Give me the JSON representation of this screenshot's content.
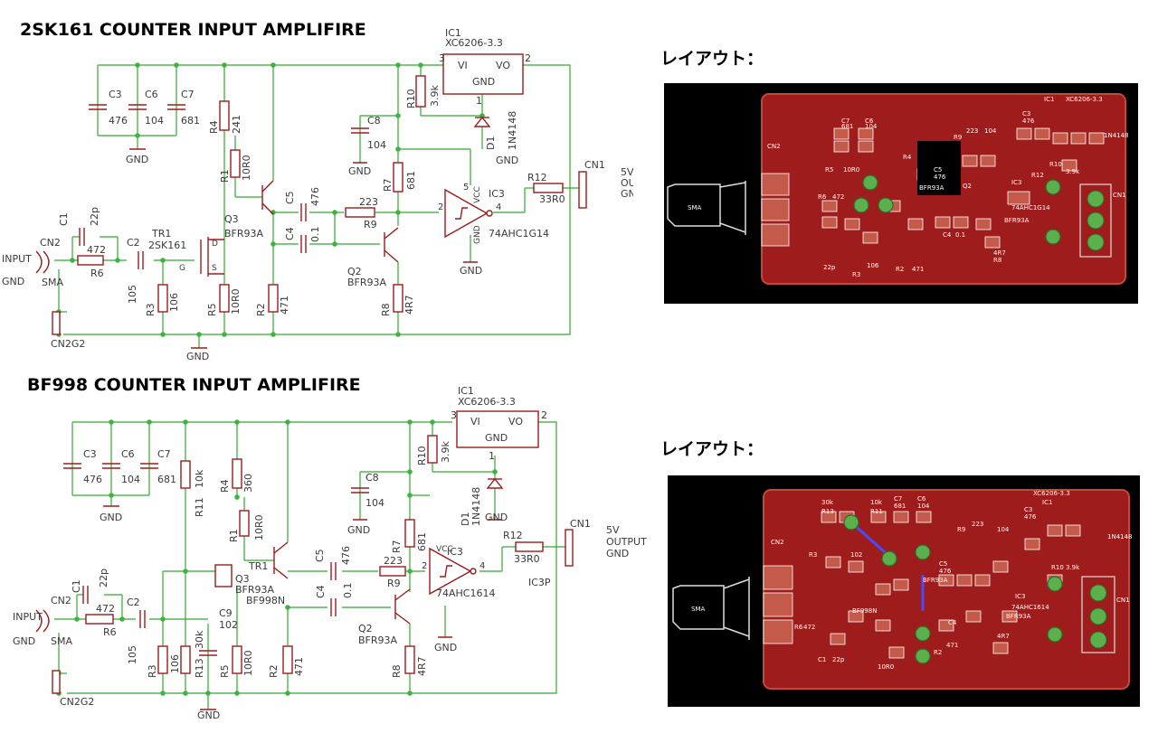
{
  "colors": {
    "wire": "#33a833",
    "junction": "#3fb33f",
    "symbol": "#9b1b1b",
    "label": "#3a3a3a",
    "board": "#9e1c1c",
    "board_bg": "#000000",
    "pad": "#5bb04b",
    "copper": "#c14a3a"
  },
  "top": {
    "title": "2SK161 COUNTER INPUT AMPLIFIRE",
    "layout_label": "レイアウト：",
    "labels": {
      "ic1": "IC1",
      "ic1_part": "XC6206-3.3",
      "ic1_vi": "VI",
      "ic1_vo": "VO",
      "ic1_gnd": "GND",
      "pin3": "3",
      "pin2": "2",
      "pin1": "1",
      "c3": "C3",
      "c3v": "476",
      "c6": "C6",
      "c6v": "104",
      "c7": "C7",
      "c7v": "681",
      "gnd1": "GND",
      "r4": "R4",
      "r4v": "241",
      "r1": "R1",
      "r1v": "10R0",
      "r10": "R10",
      "r10v": "3.9k",
      "c8": "C8",
      "c8v": "104",
      "gnd2": "GND",
      "d1": "D1",
      "d1v": "1N4148",
      "gnd3": "GND",
      "r7": "R7",
      "r7v": "681",
      "r12": "R12",
      "r12v": "33R0",
      "cn1": "CN1",
      "v5": "5V",
      "output": "OUTPUT",
      "gnd_out": "GND",
      "c5": "C5",
      "c5v": "476",
      "r9v": "223",
      "r9": "R9",
      "ic3": "IC3",
      "ic3_part": "74AHC1G14",
      "vcc": "VCC",
      "gnd_ic": "GND",
      "p5": "5",
      "p4": "4",
      "p2": "2",
      "gnd4": "GND",
      "c1": "C1",
      "c1v": "22p",
      "tr1": "TR1",
      "tr1v": "2SK161",
      "q3": "Q3",
      "q3v": "BFR93A",
      "c4": "C4",
      "c4v": "0.1",
      "input": "INPUT",
      "cn2": "CN2",
      "gnd_in": "GND",
      "sma": "SMA",
      "r6v": "472",
      "r6": "R6",
      "c2": "C2",
      "c2v": "105",
      "r3": "R3",
      "r3v": "106",
      "r5": "R5",
      "r5v": "10R0",
      "r2": "R2",
      "r2v": "471",
      "q2": "Q2",
      "q2v": "BFR93A",
      "r8": "R8",
      "r8v": "4R7",
      "cn2g2": "CN2G2",
      "gnd5": "GND",
      "g": "G",
      "d": "D",
      "s": "S"
    },
    "pcb": {
      "ic1": "IC1",
      "ic1_part": "XC6206-3.3",
      "c7": "C7",
      "c7v": "681",
      "c6": "C6",
      "c6v": "104",
      "c3": "C3",
      "c3v": "476",
      "cn2": "CN2",
      "r5": "R5",
      "r5v": "10R0",
      "r4": "R4",
      "r9": "R9",
      "r9v": "223",
      "c8v": "104",
      "c5": "C5",
      "c5v": "476",
      "q2": "Q2",
      "bfr93a": "BFR93A",
      "r6": "R6",
      "r6v": "472",
      "c4": "C4",
      "c4v": "0.1",
      "ic3": "IC3",
      "ic3_part": "74AHC1G14",
      "r10": "R10",
      "r10v": "3.9k",
      "d1v": "1N4148",
      "sma": "SMA",
      "c1v": "22p",
      "r3": "R3",
      "r2": "R2",
      "r2v": "471",
      "r8": "R8",
      "r8v": "4R7",
      "q3v": "BFR93A",
      "cn1": "CN1",
      "r3v": "106",
      "r12": "R12"
    }
  },
  "bottom": {
    "title": "BF998 COUNTER INPUT AMPLIFIRE",
    "layout_label": "レイアウト：",
    "labels": {
      "ic1": "IC1",
      "ic1_part": "XC6206-3.3",
      "ic1_vi": "VI",
      "ic1_vo": "VO",
      "ic1_gnd": "GND",
      "pin3": "3",
      "pin2": "2",
      "pin1": "1",
      "c3": "C3",
      "c3v": "476",
      "c6": "C6",
      "c6v": "104",
      "c7": "C7",
      "c7v": "681",
      "gnd1": "GND",
      "r11": "R11",
      "r11v": "10k",
      "r4": "R4",
      "r4v": "360",
      "r1": "R1",
      "r1v": "10R0",
      "r10": "R10",
      "r10v": "3.9k",
      "c8": "C8",
      "c8v": "104",
      "gnd2": "GND",
      "d1": "D1",
      "d1v": "1N4148",
      "gnd3": "GND",
      "r7": "R7",
      "r7v": "681",
      "r12": "R12",
      "r12v": "33R0",
      "cn1": "CN1",
      "v5": "5V",
      "output": "OUTPUT",
      "gnd_out": "GND",
      "c1": "C1",
      "c1v": "22p",
      "q3": "Q3",
      "tr1": "TR1",
      "q3v": "BFR93A",
      "tr1v": "BF998N",
      "c9": "C9",
      "c9v": "102",
      "c5": "C5",
      "c5v": "476",
      "r9v": "223",
      "r9": "R9",
      "ic3": "IC3",
      "ic3_part": "74AHC1614",
      "ic3p": "IC3P",
      "vcc": "VCC",
      "c4": "C4",
      "c4v": "0.1",
      "input": "INPUT",
      "cn2": "CN2",
      "gnd_in": "GND",
      "sma": "SMA",
      "r6v": "472",
      "r6": "R6",
      "c2": "C2",
      "c2v": "105",
      "r3": "R3",
      "r3v": "106",
      "r13": "R13",
      "r13v": "30k",
      "r5": "R5",
      "r5v": "10R0",
      "r2": "R2",
      "r2v": "471",
      "q2": "Q2",
      "q2v": "BFR93A",
      "r8": "R8",
      "r8v": "4R7",
      "gnd4": "GND",
      "cn2g2": "CN2G2",
      "gnd5": "GND",
      "p4": "4",
      "p2": "2"
    },
    "pcb": {
      "ic1_part": "XC6206-3.3",
      "ic1": "IC1",
      "r13v": "30k",
      "r13": "R13",
      "r11v": "10k",
      "r11": "R11",
      "c7": "C7",
      "c7v": "681",
      "c6": "C6",
      "c6v": "104",
      "c3v": "476",
      "c3": "C3",
      "cn2": "CN2",
      "r3": "R3",
      "c9v": "102",
      "bfr": "BFR93A",
      "r9": "R9",
      "r9v": "223",
      "c5": "C5",
      "c5v": "476",
      "c8v": "104",
      "r10": "R10",
      "r10v": "3.9k",
      "d1v": "1N4148",
      "sma": "SMA",
      "r6": "R6",
      "r6v": "472",
      "tr": "BF998N",
      "ic3": "IC3",
      "ic3_part": "74AHC1614",
      "q3v": "BFR93A",
      "c1": "C1",
      "c1v": "22p",
      "r2": "R2",
      "r2v": "471",
      "r8v": "4R7",
      "r5v": "10R0",
      "cn1": "CN1",
      "c4": "C4"
    }
  }
}
